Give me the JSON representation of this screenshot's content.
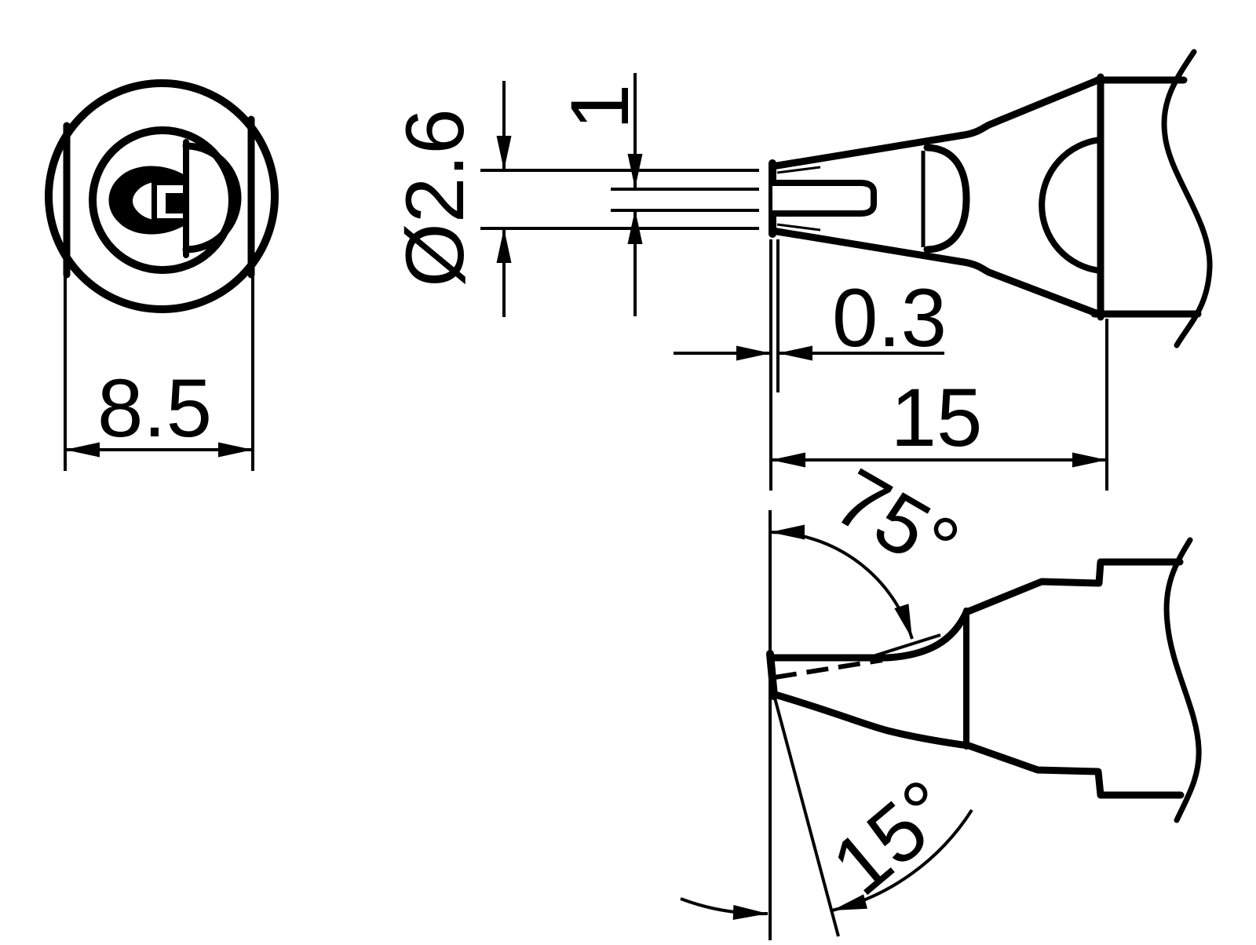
{
  "drawing": {
    "background_color": "#ffffff",
    "line_color": "#000000",
    "dimensions": {
      "end_diameter": "8.5",
      "tip_diameter": "Ø2.6",
      "slot_width": "1",
      "recess_depth": "0.3",
      "tip_length": "15",
      "face_angle": "75°",
      "taper_angle": "15°"
    }
  }
}
